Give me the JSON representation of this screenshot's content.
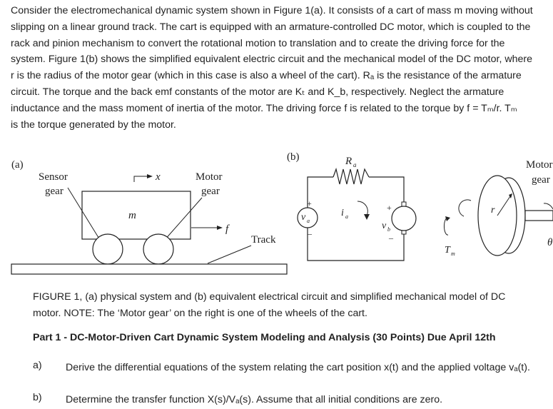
{
  "intro": {
    "line1": "Consider the electromechanical dynamic system shown in Figure 1(a). It consists of a cart of mass m moving without",
    "line2": "slipping on a linear ground track. The cart is equipped with an armature-controlled DC motor, which is coupled to the",
    "line3": "rack and pinion mechanism to convert the rotational motion to translation and to create the driving force for the",
    "line4": "system. Figure 1(b) shows the simplified equivalent electric circuit and the mechanical model of the DC motor, where",
    "line5": "r is the radius of the motor gear (which in this case is also a wheel of the cart). Rₐ is the resistance of the armature",
    "line6": "circuit. The torque and the back emf constants of the motor are Kₜ and K_b, respectively. Neglect the armature",
    "line7": "inductance and the mass moment of inertia of the motor. The driving force f is related to the torque by f = Tₘ/r. Tₘ",
    "line8": "is the torque generated by the motor."
  },
  "figure": {
    "label_a": "(a)",
    "label_b": "(b)",
    "sensor_gear_line1": "Sensor",
    "sensor_gear_line2": "gear",
    "x_label": "x",
    "mass_label": "m",
    "motor_gear_line1": "Motor",
    "motor_gear_line2": "gear",
    "force_label": "f",
    "track_label": "Track",
    "ra_label": "R",
    "ra_sub": "a",
    "va_label": "v",
    "va_sub": "a",
    "ia_label": "i",
    "ia_sub": "a",
    "vb_label": "v",
    "vb_sub": "b",
    "tm_label": "T",
    "tm_sub": "m",
    "r_label": "r",
    "motor_gear_right_line1": "Motor",
    "motor_gear_right_line2": "gear",
    "theta_label": "θ",
    "plus": "+",
    "minus": "–"
  },
  "caption": {
    "line1": "FIGURE 1, (a) physical system and (b) equivalent electrical circuit and simplified mechanical model of DC",
    "line2": "motor. NOTE:  The ‘Motor gear’ on the right is one of the wheels of the cart."
  },
  "part1": {
    "heading": "Part 1 - DC-Motor-Driven Cart Dynamic System Modeling and Analysis (30 Points) Due April 12th"
  },
  "questions": [
    {
      "mark": "a)",
      "text": "Derive the differential equations of the system relating the cart position x(t) and the applied voltage vₐ(t)."
    },
    {
      "mark": "b)",
      "text": "Determine the transfer function X(s)/Vₐ(s). Assume that all initial conditions are zero."
    }
  ]
}
